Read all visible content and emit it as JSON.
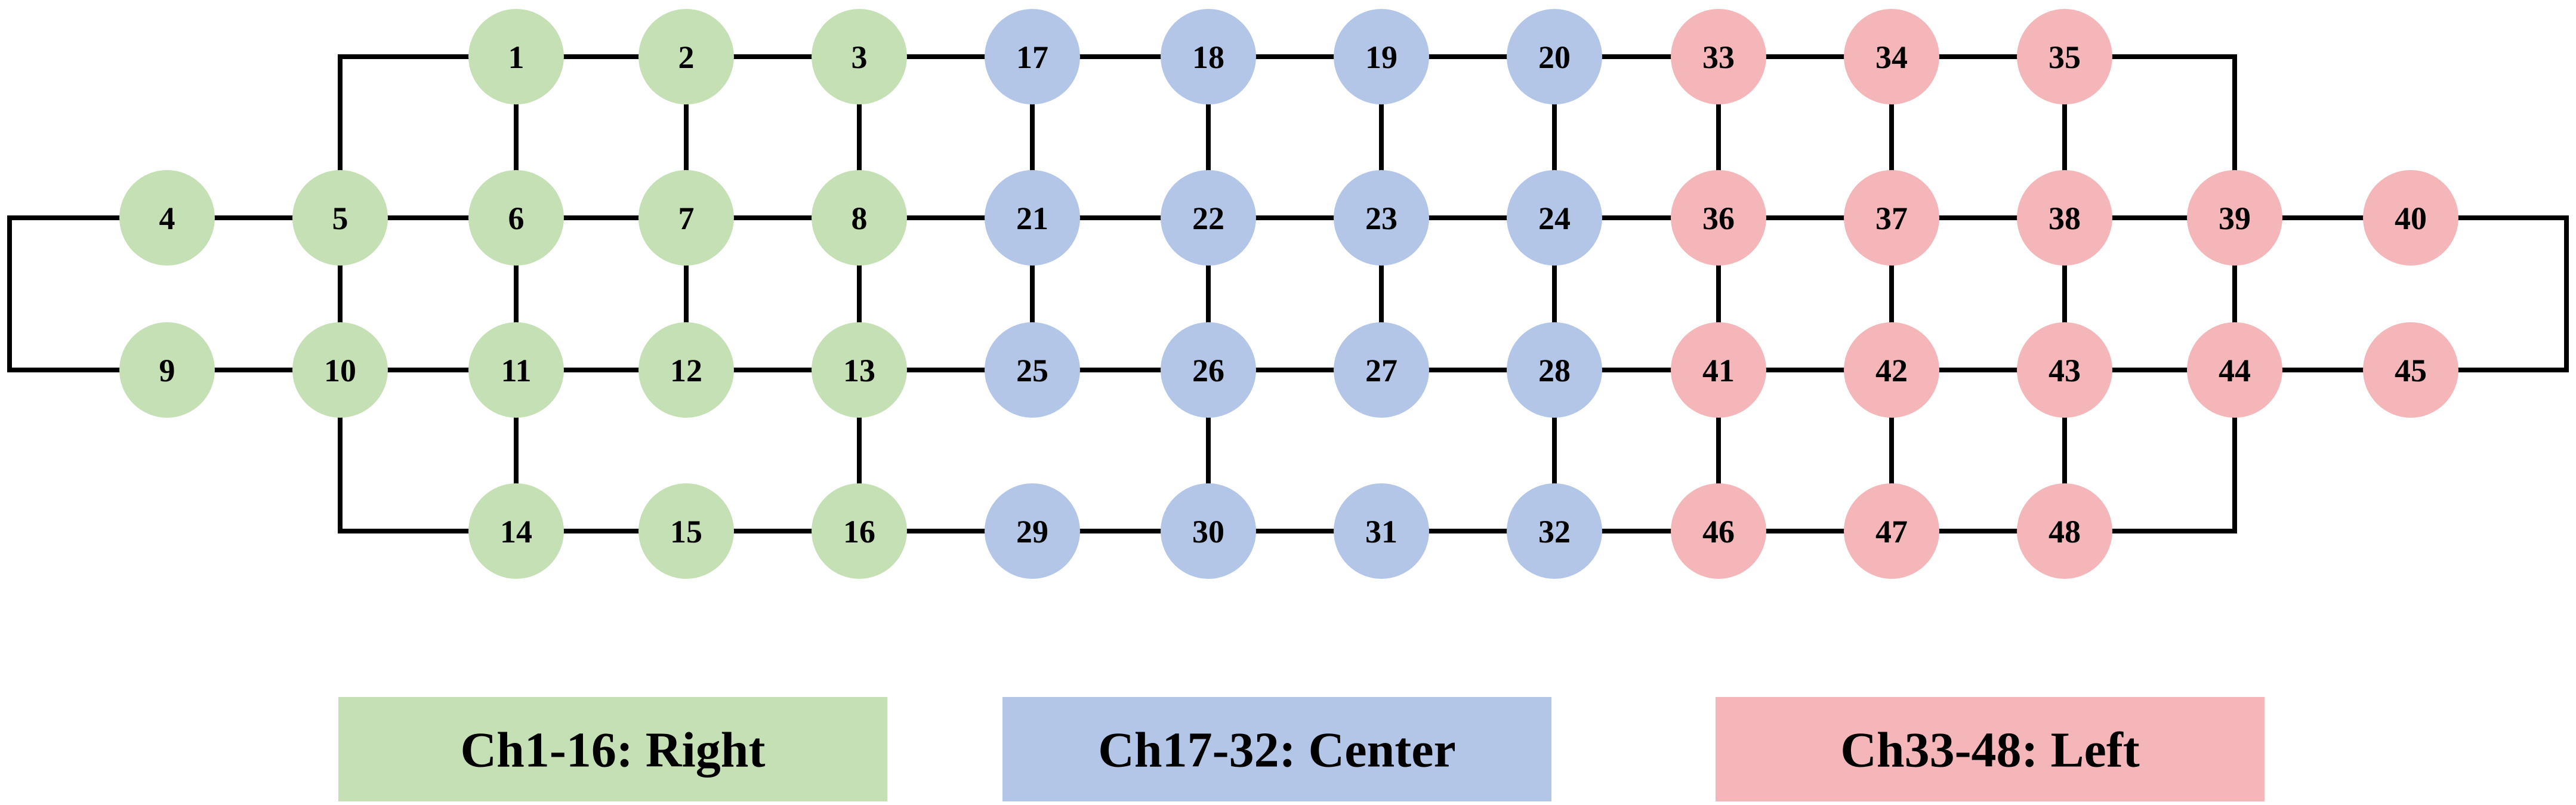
{
  "groups": {
    "right": {
      "color": "#c5e0b4",
      "label": "Ch1-16: Right"
    },
    "center": {
      "color": "#b4c6e7",
      "label": "Ch17-32: Center"
    },
    "left": {
      "color": "#f4b6b8",
      "label": "Ch33-48: Left"
    }
  },
  "legend": [
    "right",
    "center",
    "left"
  ],
  "line_color": "#000000",
  "text_color": "#000000",
  "channels": [
    {
      "id": "1",
      "group": "right"
    },
    {
      "id": "2",
      "group": "right"
    },
    {
      "id": "3",
      "group": "right"
    },
    {
      "id": "4",
      "group": "right"
    },
    {
      "id": "5",
      "group": "right"
    },
    {
      "id": "6",
      "group": "right"
    },
    {
      "id": "7",
      "group": "right"
    },
    {
      "id": "8",
      "group": "right"
    },
    {
      "id": "9",
      "group": "right"
    },
    {
      "id": "10",
      "group": "right"
    },
    {
      "id": "11",
      "group": "right"
    },
    {
      "id": "12",
      "group": "right"
    },
    {
      "id": "13",
      "group": "right"
    },
    {
      "id": "14",
      "group": "right"
    },
    {
      "id": "15",
      "group": "right"
    },
    {
      "id": "16",
      "group": "right"
    },
    {
      "id": "17",
      "group": "center"
    },
    {
      "id": "18",
      "group": "center"
    },
    {
      "id": "19",
      "group": "center"
    },
    {
      "id": "20",
      "group": "center"
    },
    {
      "id": "21",
      "group": "center"
    },
    {
      "id": "22",
      "group": "center"
    },
    {
      "id": "23",
      "group": "center"
    },
    {
      "id": "24",
      "group": "center"
    },
    {
      "id": "25",
      "group": "center"
    },
    {
      "id": "26",
      "group": "center"
    },
    {
      "id": "27",
      "group": "center"
    },
    {
      "id": "28",
      "group": "center"
    },
    {
      "id": "29",
      "group": "center"
    },
    {
      "id": "30",
      "group": "center"
    },
    {
      "id": "31",
      "group": "center"
    },
    {
      "id": "32",
      "group": "center"
    },
    {
      "id": "33",
      "group": "left"
    },
    {
      "id": "34",
      "group": "left"
    },
    {
      "id": "35",
      "group": "left"
    },
    {
      "id": "36",
      "group": "left"
    },
    {
      "id": "37",
      "group": "left"
    },
    {
      "id": "38",
      "group": "left"
    },
    {
      "id": "39",
      "group": "left"
    },
    {
      "id": "40",
      "group": "left"
    },
    {
      "id": "41",
      "group": "left"
    },
    {
      "id": "42",
      "group": "left"
    },
    {
      "id": "43",
      "group": "left"
    },
    {
      "id": "44",
      "group": "left"
    },
    {
      "id": "45",
      "group": "left"
    },
    {
      "id": "46",
      "group": "left"
    },
    {
      "id": "47",
      "group": "left"
    },
    {
      "id": "48",
      "group": "left"
    }
  ],
  "connections": [
    [
      "1",
      "2"
    ],
    [
      "2",
      "3"
    ],
    [
      "3",
      "17"
    ],
    [
      "17",
      "18"
    ],
    [
      "18",
      "19"
    ],
    [
      "19",
      "20"
    ],
    [
      "20",
      "33"
    ],
    [
      "33",
      "34"
    ],
    [
      "34",
      "35"
    ],
    [
      "4",
      "5"
    ],
    [
      "5",
      "6"
    ],
    [
      "6",
      "7"
    ],
    [
      "7",
      "8"
    ],
    [
      "8",
      "21"
    ],
    [
      "21",
      "22"
    ],
    [
      "22",
      "23"
    ],
    [
      "23",
      "24"
    ],
    [
      "24",
      "36"
    ],
    [
      "36",
      "37"
    ],
    [
      "37",
      "38"
    ],
    [
      "38",
      "39"
    ],
    [
      "39",
      "40"
    ],
    [
      "9",
      "10"
    ],
    [
      "10",
      "11"
    ],
    [
      "11",
      "12"
    ],
    [
      "12",
      "13"
    ],
    [
      "13",
      "25"
    ],
    [
      "25",
      "26"
    ],
    [
      "26",
      "27"
    ],
    [
      "27",
      "28"
    ],
    [
      "28",
      "41"
    ],
    [
      "41",
      "42"
    ],
    [
      "42",
      "43"
    ],
    [
      "43",
      "44"
    ],
    [
      "44",
      "45"
    ],
    [
      "14",
      "15"
    ],
    [
      "15",
      "16"
    ],
    [
      "16",
      "29"
    ],
    [
      "29",
      "30"
    ],
    [
      "30",
      "31"
    ],
    [
      "31",
      "32"
    ],
    [
      "32",
      "46"
    ],
    [
      "46",
      "47"
    ],
    [
      "47",
      "48"
    ],
    [
      "1",
      "6"
    ],
    [
      "2",
      "7"
    ],
    [
      "3",
      "8"
    ],
    [
      "17",
      "21"
    ],
    [
      "18",
      "22"
    ],
    [
      "19",
      "23"
    ],
    [
      "20",
      "24"
    ],
    [
      "33",
      "36"
    ],
    [
      "34",
      "37"
    ],
    [
      "35",
      "38"
    ],
    [
      "4",
      "9"
    ],
    [
      "5",
      "10"
    ],
    [
      "6",
      "11"
    ],
    [
      "7",
      "12"
    ],
    [
      "8",
      "13"
    ],
    [
      "21",
      "25"
    ],
    [
      "22",
      "26"
    ],
    [
      "23",
      "27"
    ],
    [
      "24",
      "28"
    ],
    [
      "36",
      "41"
    ],
    [
      "37",
      "42"
    ],
    [
      "38",
      "43"
    ],
    [
      "39",
      "44"
    ],
    [
      "40",
      "45"
    ],
    [
      "11",
      "14"
    ],
    [
      "13",
      "16"
    ],
    [
      "26",
      "30"
    ],
    [
      "28",
      "32"
    ],
    [
      "41",
      "46"
    ],
    [
      "42",
      "47"
    ],
    [
      "43",
      "48"
    ],
    [
      "5",
      "1"
    ],
    [
      "35",
      "39"
    ],
    [
      "10",
      "14"
    ],
    [
      "48",
      "44"
    ],
    [
      "4",
      "9"
    ],
    [
      "40",
      "45"
    ]
  ]
}
